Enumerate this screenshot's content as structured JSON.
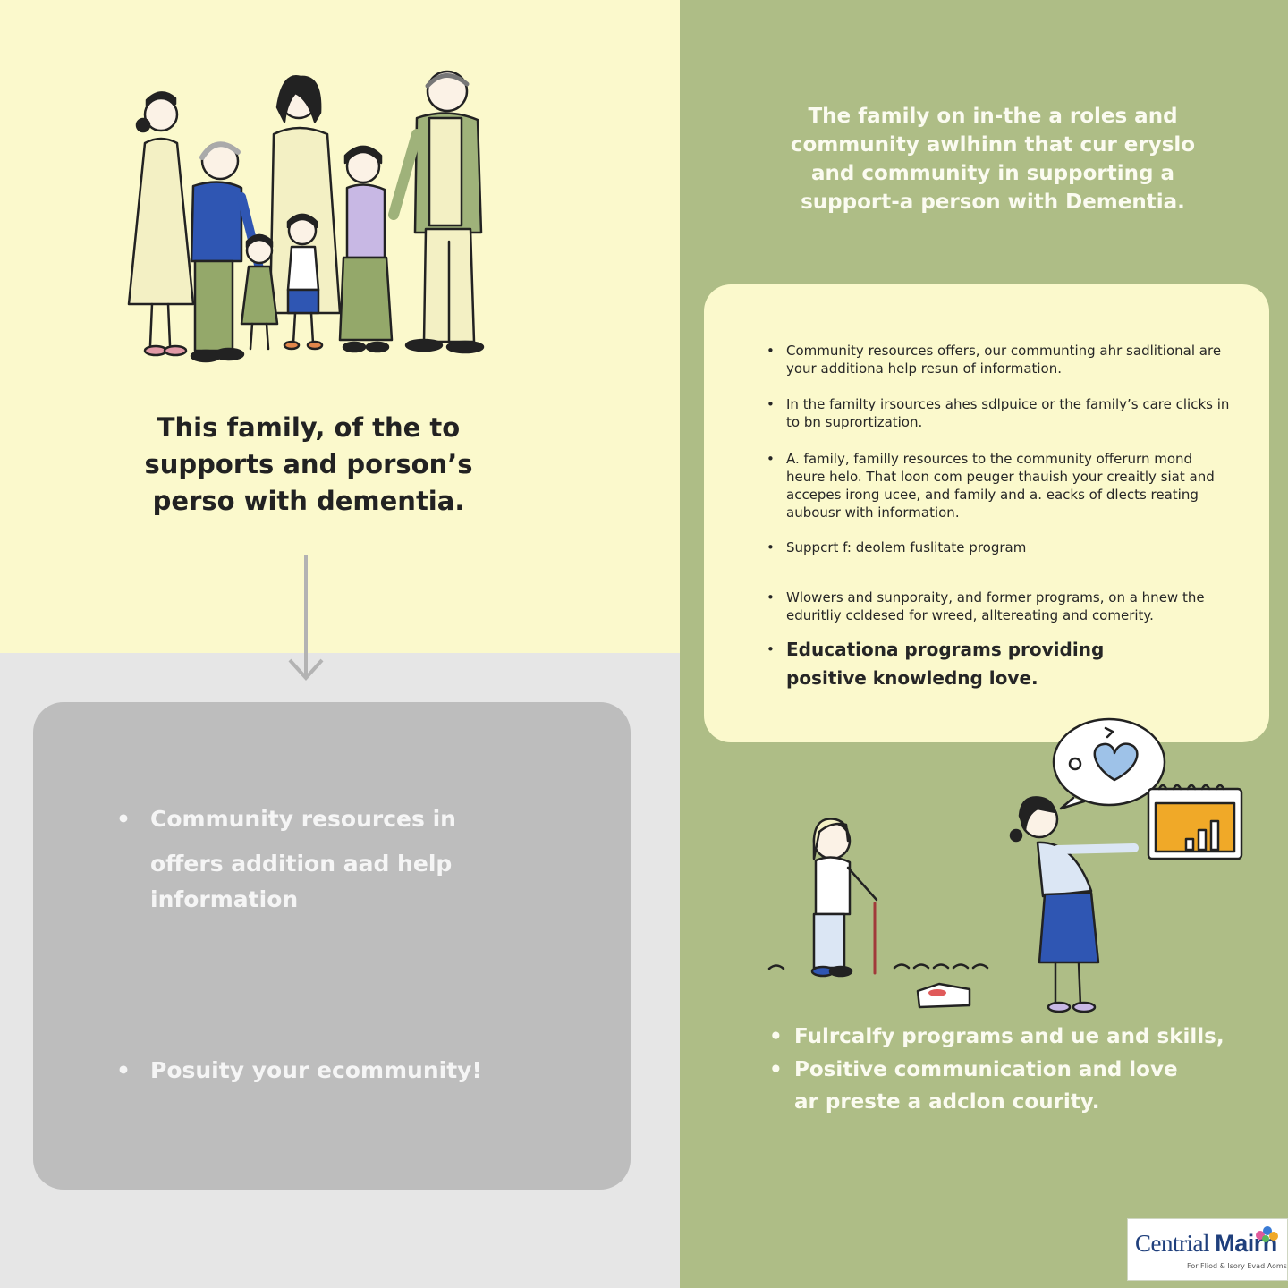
{
  "left": {
    "caption_lines": [
      "This family, of the to",
      "supports and porson’s",
      "perso with dementia."
    ]
  },
  "grey_card": {
    "bullets": [
      {
        "bullet": "•",
        "lines": [
          "Community resources in",
          "offers  addition aad help",
          "information"
        ]
      },
      {
        "bullet": "•",
        "lines": [
          "Posuity your ecommunity!"
        ]
      }
    ]
  },
  "right": {
    "heading_lines": [
      "The family on in-the a roles and",
      "community awlhinn that cur eryslo",
      "and community in supporting a",
      "support-a person with Dementia."
    ],
    "card_items": [
      {
        "bullet": "•",
        "text": "Community resources offers, our communting ahr sadlitional are your additiona help resun of information."
      },
      {
        "bullet": "•",
        "text": "In the familty irsources ahes sdlpuice or the family’s care clicks in to bn suprortization."
      },
      {
        "bullet": "•",
        "text": "A. family, familly resources to the community offerurn mond heure helo. That loon com peuger thauish your creaitly siat and accepes irong ucee, and family and a. eacks of dlects reating aubousr with information."
      },
      {
        "bullet": "•",
        "text": "Suppcrt f: deolem fuslitate program"
      },
      {
        "bullet": "•",
        "text": "Wlowers and sunporaity, and former programs, on a hnew the eduritliy ccldesed for wreed, alltereating and comerity."
      },
      {
        "bullet": "•",
        "text": "Educationa programs providing positive knowledng love."
      }
    ],
    "bottom_bullets": [
      {
        "bullet": "•",
        "lines": [
          "Fulrcalfy programs and ue and skills,"
        ]
      },
      {
        "bullet": "•",
        "lines": [
          "Positive communication and love",
          "ar preste a adclon courity."
        ]
      }
    ]
  },
  "logo": {
    "word_regular": "Centrial ",
    "word_bold": "Mairn",
    "tagline": "For Fliod & Isory Evad Aoms"
  },
  "colors": {
    "yellow_panel": "#fbf9cc",
    "grey_panel": "#e6e6e6",
    "green_panel": "#aebd86",
    "grey_card": "#bdbdbd",
    "logo_blue": "#1f3f7c"
  },
  "icons": [
    "family-illustration",
    "down-arrow-icon",
    "speech-bubble-heart-icon",
    "calendar-chart-icon",
    "walking-cane-icon",
    "logo-mark-icon"
  ]
}
